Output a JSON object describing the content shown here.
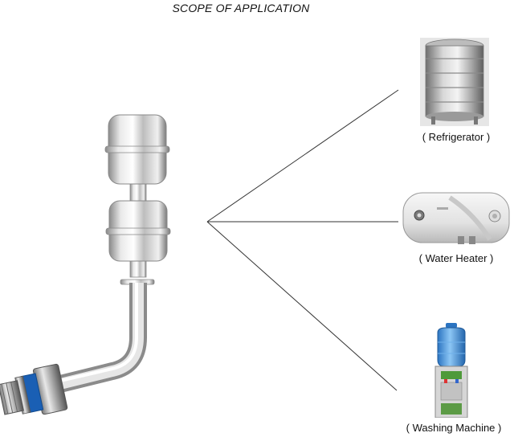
{
  "header": {
    "title": "SCOPE OF APPLICATION"
  },
  "applications": [
    {
      "caption": "( Refrigerator )",
      "icon": "water-tank-icon"
    },
    {
      "caption": "( Water Heater )",
      "icon": "water-heater-icon"
    },
    {
      "caption": "( Washing Machine )",
      "icon": "water-dispenser-icon"
    }
  ],
  "product": {
    "icon": "float-level-switch-icon"
  },
  "colors": {
    "line": "#333333",
    "steel_light": "#f2f2f2",
    "steel_dark": "#6d6d6d",
    "dispenser_blue": "#3b8fd8"
  }
}
